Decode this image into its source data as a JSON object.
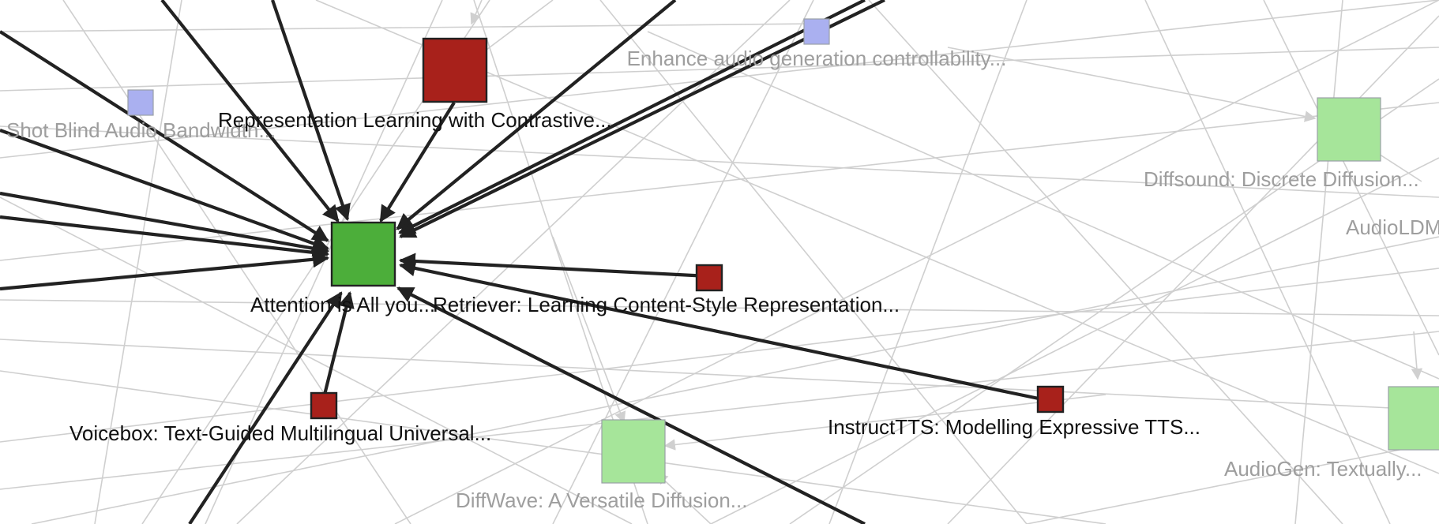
{
  "graph": {
    "nodes": [
      {
        "id": "attention",
        "label": "Attention is All you...",
        "color": "#4cae3a",
        "highlight": true
      },
      {
        "id": "representation",
        "label": "Representation Learning with Contrastive...",
        "color": "#a8211b",
        "highlight": true
      },
      {
        "id": "retriever",
        "label": "Retriever: Learning Content-Style Representation...",
        "color": "#a8211b",
        "highlight": true
      },
      {
        "id": "voicebox",
        "label": "Voicebox: Text-Guided Multilingual Universal...",
        "color": "#a8211b",
        "highlight": true
      },
      {
        "id": "instructtts",
        "label": "InstructTTS: Modelling Expressive TTS...",
        "color": "#a8211b",
        "highlight": true
      },
      {
        "id": "enhance",
        "label": "Enhance audio generation controllability...",
        "color": "#aab0f0",
        "highlight": false
      },
      {
        "id": "shotblind",
        "label": "Shot Blind Audio Bandwidth...",
        "color": "#aab0f0",
        "highlight": false
      },
      {
        "id": "diffsound",
        "label": "Diffsound: Discrete Diffusion...",
        "color": "#a6e59a",
        "highlight": false
      },
      {
        "id": "audioldm",
        "label": "AudioLDM...",
        "color": "#a6e59a",
        "highlight": false
      },
      {
        "id": "diffwave",
        "label": "DiffWave: A Versatile Diffusion...",
        "color": "#a6e59a",
        "highlight": false
      },
      {
        "id": "audiogen",
        "label": "AudioGen: Textually...",
        "color": "#a6e59a",
        "highlight": false
      }
    ]
  }
}
